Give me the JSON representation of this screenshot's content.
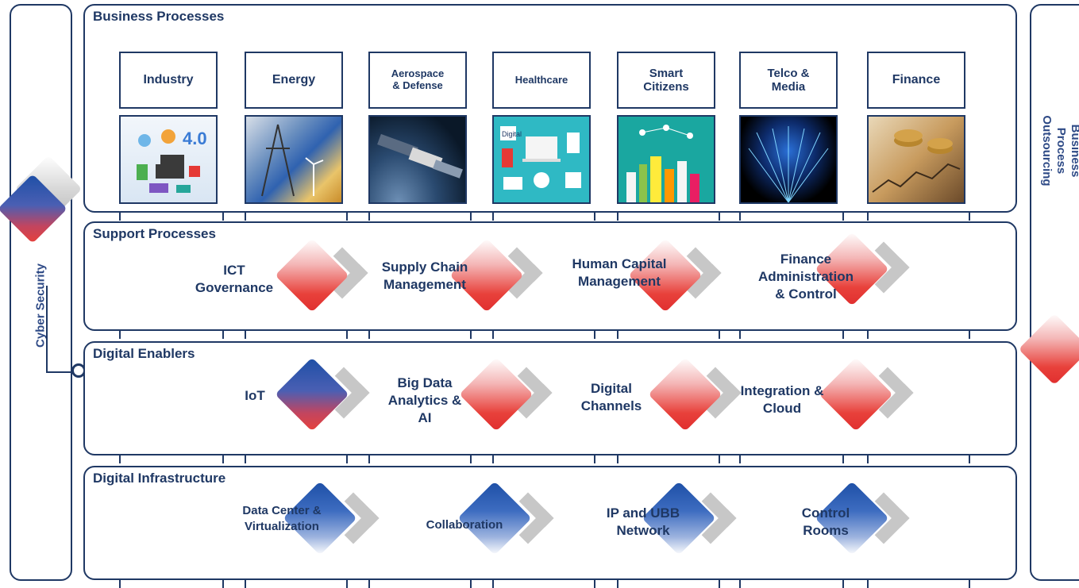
{
  "cyber_security": "Cyber Security",
  "bpo": "Business Process\nOutsourcing",
  "business_processes": {
    "title": "Business Processes",
    "sectors": [
      {
        "label": "Industry",
        "icon": "industry-4-0-icon"
      },
      {
        "label": "Energy",
        "icon": "energy-icon"
      },
      {
        "label": "Aerospace\n& Defense",
        "icon": "space-station-icon"
      },
      {
        "label": "Healthcare",
        "icon": "healthcare-icon"
      },
      {
        "label": "Smart\nCitizens",
        "icon": "smart-city-icon"
      },
      {
        "label": "Telco &\nMedia",
        "icon": "fiber-optic-icon"
      },
      {
        "label": "Finance",
        "icon": "coins-icon"
      }
    ]
  },
  "support_processes": {
    "title": "Support Processes",
    "items": [
      "ICT\nGovernance",
      "Supply Chain\nManagement",
      "Human Capital\nManagement",
      "Finance\nAdministration\n& Control"
    ]
  },
  "digital_enablers": {
    "title": "Digital Enablers",
    "items": [
      "IoT",
      "Big Data\nAnalytics &\nAI",
      "Digital\nChannels",
      "Integration &\nCloud"
    ]
  },
  "digital_infrastructure": {
    "title": "Digital Infrastructure",
    "items": [
      "Data Center &\nVirtualization",
      "Collaboration",
      "IP and UBB\nNetwork",
      "Control\nRooms"
    ]
  },
  "colors": {
    "navy": "#1f3864",
    "red": "#e8413b",
    "blue": "#1d4fa6",
    "grey": "#c7c7c7"
  }
}
